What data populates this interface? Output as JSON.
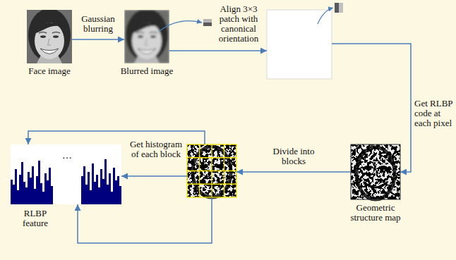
{
  "diagram": {
    "nodes": [
      {
        "text": [
          "Face image"
        ]
      },
      {
        "text": [
          "Blurred image"
        ]
      },
      {
        "text": []
      },
      {
        "text": [
          "Geometric structure map"
        ]
      },
      {
        "text": []
      },
      {
        "text": [
          "RLBP feature"
        ]
      }
    ],
    "edges": [
      {
        "from": 0,
        "to": 1,
        "arrow": "to",
        "label": "Gaussian blurring"
      },
      {
        "from": 1,
        "to": 2,
        "arrow": "to",
        "label": "Align 3×3 patch with canonical orientation"
      },
      {
        "from": 2,
        "to": 3,
        "arrow": "to",
        "label": "Get RLBP code at each pixel"
      },
      {
        "from": 3,
        "to": 4,
        "arrow": "to",
        "label": "Divide into blocks"
      },
      {
        "from": 4,
        "to": 5,
        "arrow": "to",
        "label": "Get histogram of each block"
      },
      {
        "from": 4,
        "to": 5,
        "arrow": "to"
      },
      {
        "from": 4,
        "to": 5,
        "arrow": "to"
      }
    ],
    "labels": [
      "…"
    ]
  }
}
